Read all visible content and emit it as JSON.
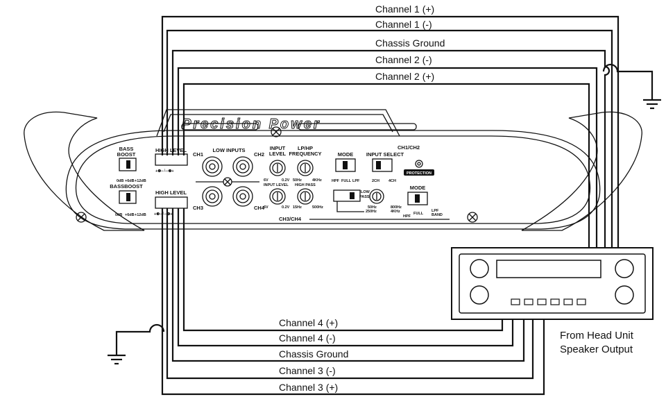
{
  "wires_top": [
    "Channel 1 (+)",
    "Channel 1 (-)",
    "Chassis Ground",
    "Channel 2 (-)",
    "Channel 2 (+)"
  ],
  "wires_bottom": [
    "Channel 4 (+)",
    "Channel 4 (-)",
    "Chassis Ground",
    "Channel 3 (-)",
    "Channel 3 (+)"
  ],
  "head_unit_caption": [
    "From Head Unit",
    "Speaker Output"
  ],
  "amp": {
    "brand": "Precision Power",
    "bass_boost_1": [
      "BASS",
      "BOOST"
    ],
    "bass_boost_2": "BASSBOOST",
    "boost_positions": [
      "0dB",
      "+6dB",
      "+12dB"
    ],
    "high_level_1": "HIGH LEVEL",
    "high_level_2": "HIGH LEVEL",
    "ch1": "CH1",
    "ch2": "CH2",
    "ch3": "CH3",
    "ch4": "CH4",
    "low_inputs": "LOW INPUTS",
    "input_level": [
      "INPUT",
      "LEVEL"
    ],
    "input_level_2": "INPUT LEVEL",
    "level_range": [
      "6V",
      "0.2V"
    ],
    "lp_hp_frequency": [
      "LP/HP",
      "FREQUENCY"
    ],
    "freq_range": [
      "50Hz",
      "4KHz"
    ],
    "high_pass": "HIGH PASS",
    "hp_range": [
      "15Hz",
      "500Hz"
    ],
    "mode": "MODE",
    "mode_positions": [
      "HPF",
      "FULL",
      "LPF"
    ],
    "mode_2": "MODE",
    "mode_2_positions": [
      "HPF",
      "FULL",
      "LPF",
      "BAND"
    ],
    "input_select": "INPUT SELECT",
    "input_select_positions": [
      "2CH",
      "4CH"
    ],
    "protection": "PROTECTION",
    "ch1_ch2": "CH1/CH2",
    "ch3_ch4": "CH3/CH4",
    "low_pass": [
      "LOW",
      "PASS"
    ],
    "lp_ranges": [
      "50Hz",
      "250Hz",
      "800Hz",
      "4KHz"
    ]
  }
}
